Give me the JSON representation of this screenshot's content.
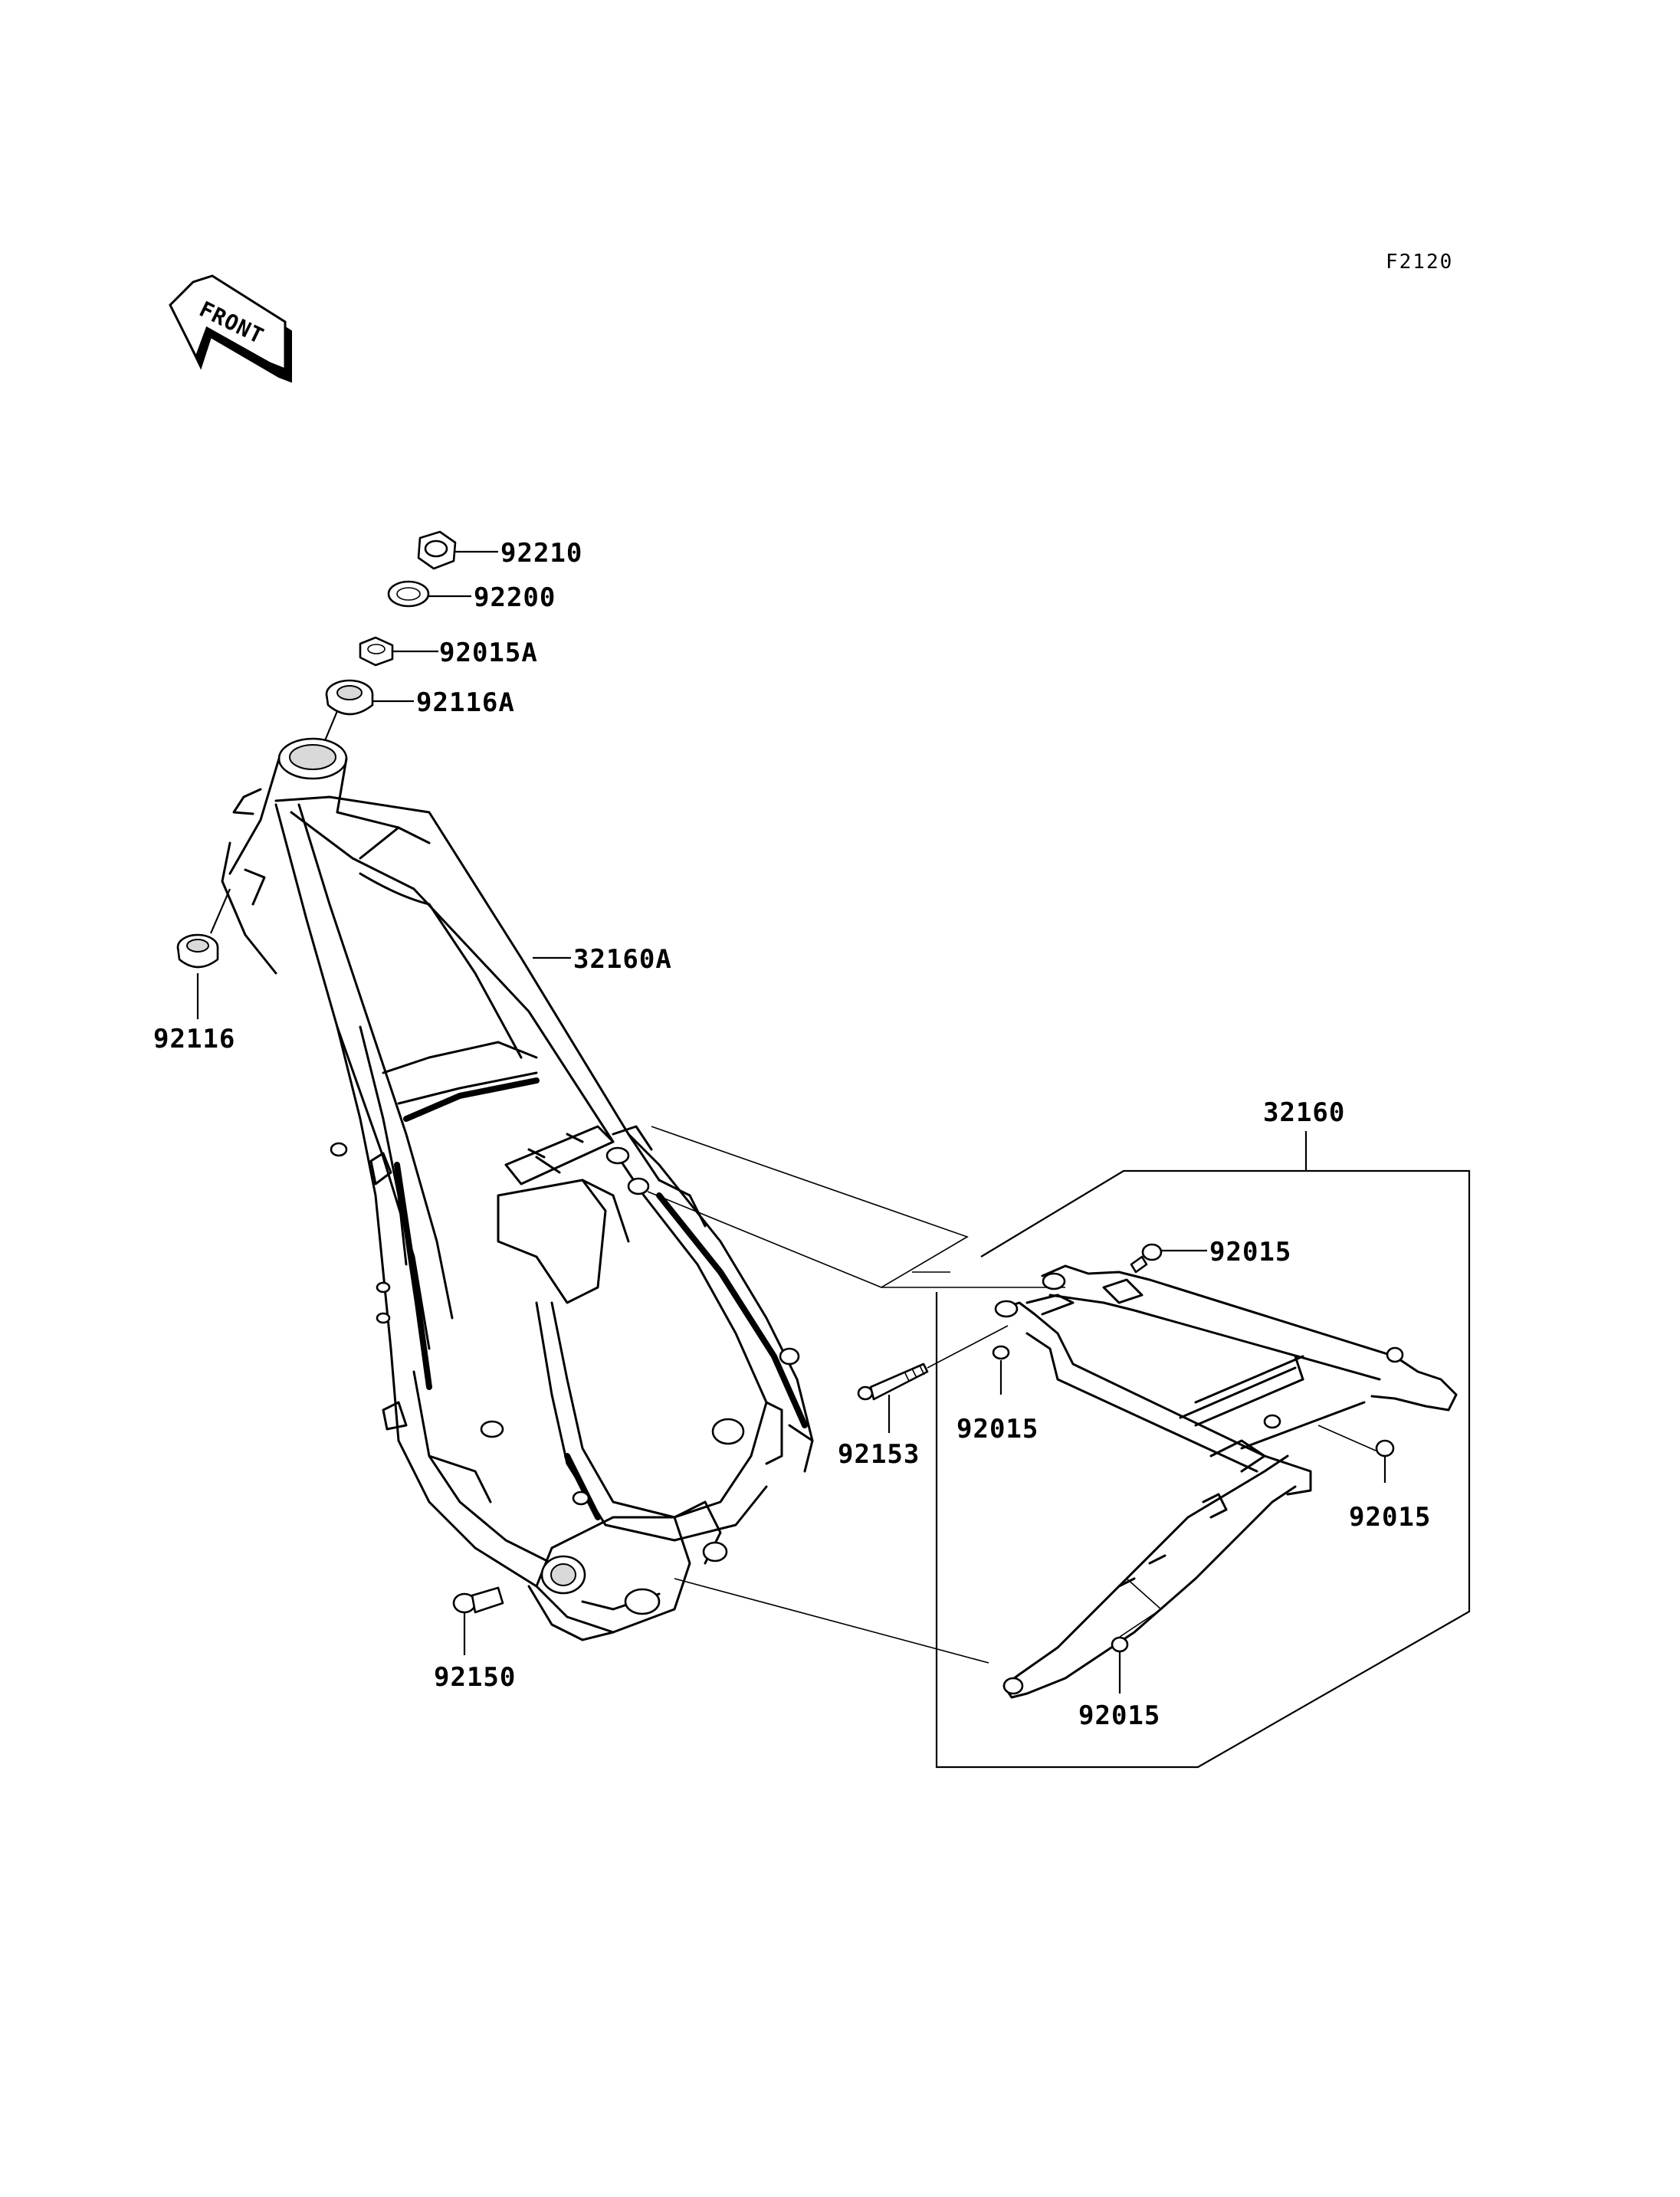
{
  "diagram_code": "F2120",
  "front_arrow_label": "FRONT",
  "callouts": {
    "c92210": "92210",
    "c92200": "92200",
    "c92015A": "92015A",
    "c92116A": "92116A",
    "c32160A": "32160A",
    "c92116": "92116",
    "c32160": "32160",
    "c92015_top": "92015",
    "c92015_mid": "92015",
    "c92153": "92153",
    "c92015_right": "92015",
    "c92150": "92150",
    "c92015_bottom": "92015"
  }
}
